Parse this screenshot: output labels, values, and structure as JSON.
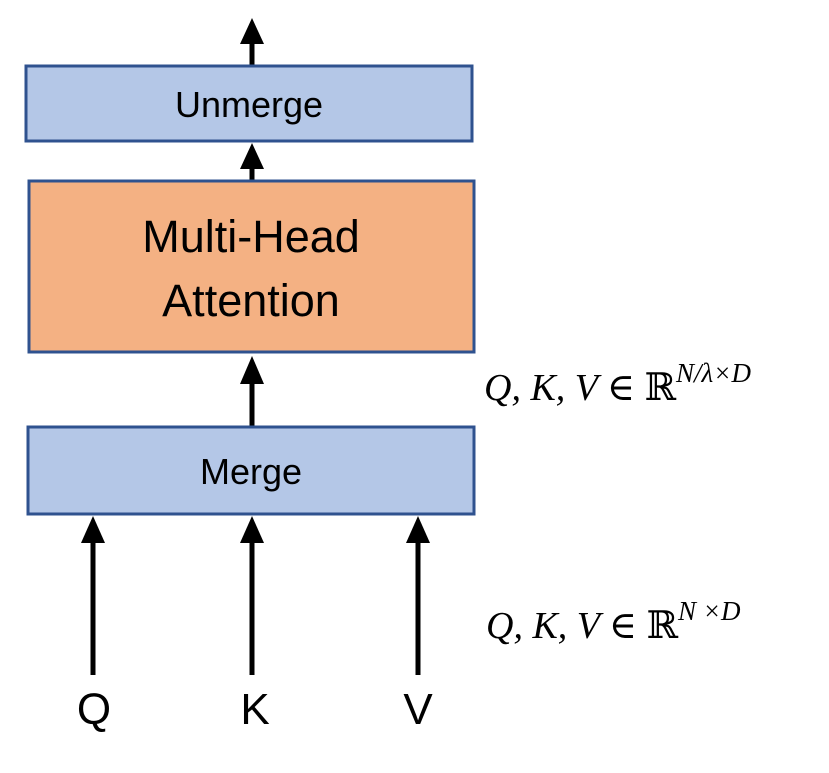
{
  "diagram": {
    "colors": {
      "merge_fill": "#b4c7e7",
      "attention_fill": "#f4b183",
      "stroke": "#2f528f",
      "arrow": "#000000"
    },
    "blocks": {
      "unmerge": {
        "label": "Unmerge"
      },
      "attention": {
        "label_line1": "Multi-Head",
        "label_line2": "Attention"
      },
      "merge": {
        "label": "Merge"
      }
    },
    "inputs": [
      "Q",
      "K",
      "V"
    ],
    "annotations": {
      "after_merge": {
        "base": "Q, K, V ∈ ",
        "field": "ℝ",
        "exponent": "N/λ×D"
      },
      "before_merge": {
        "base": "Q, K, V ∈ ",
        "field": "ℝ",
        "exponent": "N ×D"
      }
    }
  }
}
